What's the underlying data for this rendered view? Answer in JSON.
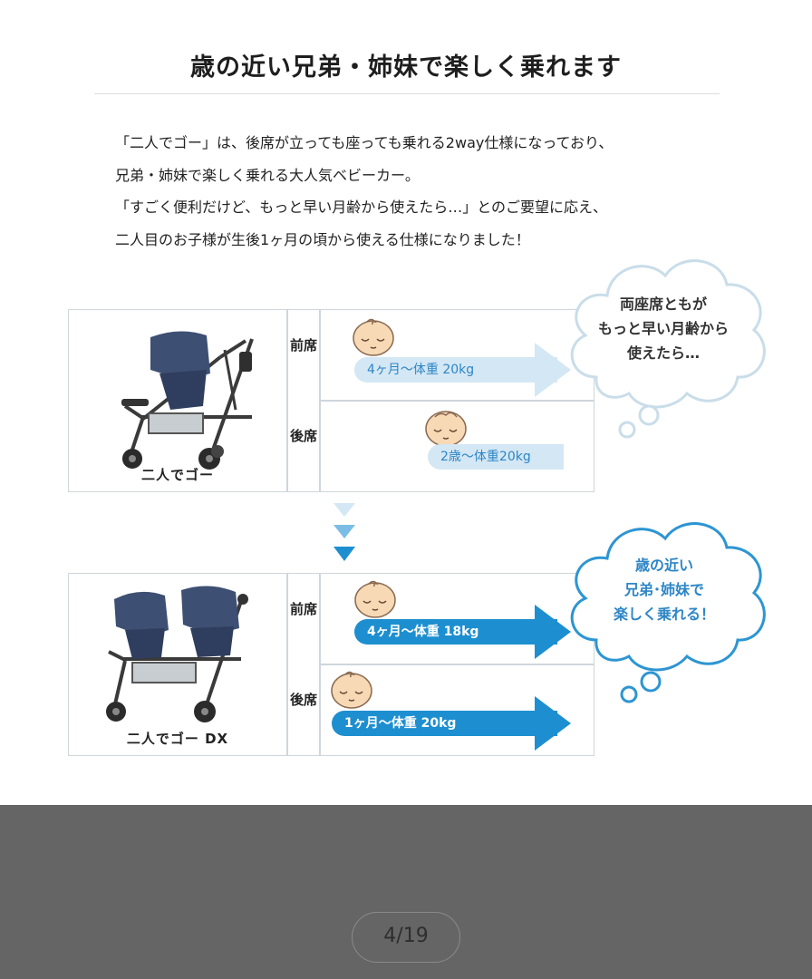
{
  "heading": "歳の近い兄弟・姉妹で楽しく乗れます",
  "intro": [
    "「二人でゴー」は、後席が立っても座っても乗れる2way仕様になっており、",
    "兄弟・姉妹で楽しく乗れる大人気ベビーカー。",
    "「すごく便利だけど、もっと早い月齢から使えたら…」とのご要望に応え、",
    "二人目のお子様が生後1ヶ月の頃から使える仕様になりました！"
  ],
  "old_model": {
    "name": "二人でゴー",
    "front_label": "前席",
    "rear_label": "後席",
    "front_range": "4ヶ月〜体重 20kg",
    "rear_range": "2歳〜体重20kg",
    "thought_lines": [
      "両座席ともが",
      "もっと早い月齢から",
      "使えたら…"
    ]
  },
  "new_model": {
    "name": "二人でゴー DX",
    "front_label": "前席",
    "rear_label": "後席",
    "front_range": "4ヶ月〜体重 18kg",
    "rear_range": "1ヶ月〜体重 20kg",
    "thought_lines": [
      "歳の近い",
      "兄弟･姉妹で",
      "楽しく乗れる！"
    ]
  },
  "pager": "4/19",
  "colors": {
    "accent_blue": "#1d8fd0",
    "pale_blue": "#d4e7f4",
    "cloud_outline_old": "#c9dde9",
    "cloud_outline_new": "#2d95d2",
    "page_bg": "#656565"
  }
}
